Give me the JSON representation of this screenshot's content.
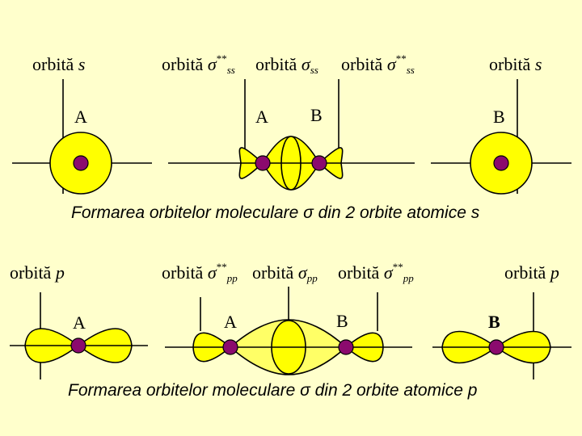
{
  "row_s": {
    "left": {
      "word": "orbită",
      "sym": "s",
      "atom": "A"
    },
    "middle": {
      "anti_word": "orbită",
      "anti_sym": "σ",
      "anti_star": "**",
      "anti_sub": "ss",
      "bond_word": "orbită",
      "bond_sym": "σ",
      "bond_sub": "ss",
      "anti2_word": "orbită",
      "anti2_sym": "σ",
      "anti2_star": "**",
      "anti2_sub": "ss",
      "atom_a": "A",
      "atom_b": "B"
    },
    "right": {
      "word": "orbită",
      "sym": "s",
      "atom": "B"
    },
    "caption": "Formarea orbitelor moleculare σ din 2 orbite atomice s"
  },
  "row_p": {
    "left": {
      "word": "orbită",
      "sym": "p",
      "atom": "A"
    },
    "middle": {
      "anti_word": "orbită",
      "anti_sym": "σ",
      "anti_star": "**",
      "anti_sub": "pp",
      "bond_word": "orbită",
      "bond_sym": "σ",
      "bond_sub": "pp",
      "anti2_word": "orbită",
      "anti2_sym": "σ",
      "anti2_star": "**",
      "anti2_sub": "pp",
      "atom_a": "A",
      "atom_b": "B"
    },
    "right": {
      "word": "orbită",
      "sym": "p",
      "atom": "B"
    },
    "caption": "Formarea orbitelor moleculare σ din 2 orbite atomice p"
  },
  "colors": {
    "background": "#ffffcc",
    "orbital": "#ffff00",
    "orbital_overlap": "#ffff66",
    "nucleus": "#8b0a6e"
  }
}
